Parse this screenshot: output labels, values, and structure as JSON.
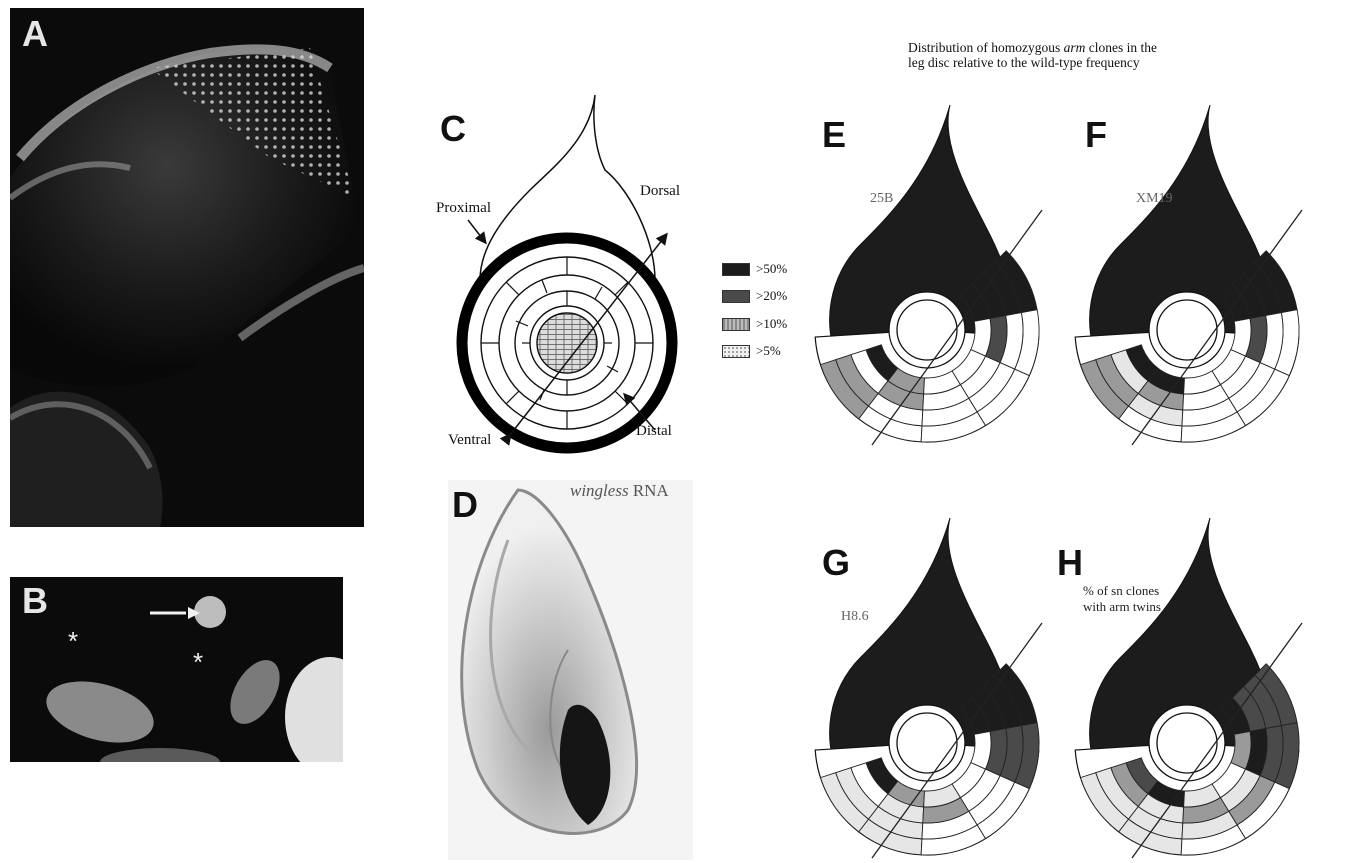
{
  "figure": {
    "title_line1_prefix": "Distribution of homozygous ",
    "title_line1_italic": "arm",
    "title_line1_suffix": " clones in the",
    "title_line2": "leg disc relative to the wild-type frequency"
  },
  "panels": {
    "A": {
      "label": "A"
    },
    "B": {
      "label": "B",
      "asterisk": "*"
    },
    "C": {
      "label": "C",
      "proximal": "Proximal",
      "dorsal": "Dorsal",
      "ventral": "Ventral",
      "distal": "Distal"
    },
    "D": {
      "label": "D",
      "caption_italic": "wingless",
      "caption_rest": " RNA"
    },
    "E": {
      "label": "E",
      "genotype": "25B"
    },
    "F": {
      "label": "F",
      "genotype": "XM19"
    },
    "G": {
      "label": "G",
      "genotype": "H8.6"
    },
    "H": {
      "label": "H",
      "note_line1": "% of sn clones",
      "note_line2": "with arm twins"
    }
  },
  "legend": [
    {
      "label": ">50%",
      "pattern": "dark"
    },
    {
      "label": ">20%",
      "pattern": "darkgrey"
    },
    {
      "label": ">10%",
      "pattern": "midgrey"
    },
    {
      "label": ">5%",
      "pattern": "dots"
    }
  ],
  "colors": {
    "background": "#ffffff",
    "photo_bg": "#0a0a0a",
    "dark_fill": "#1c1c1c",
    "darkgrey_fill": "#4a4a4a",
    "midgrey_fill": "#9a9a9a",
    "dots_fill": "#e6e6e6"
  }
}
